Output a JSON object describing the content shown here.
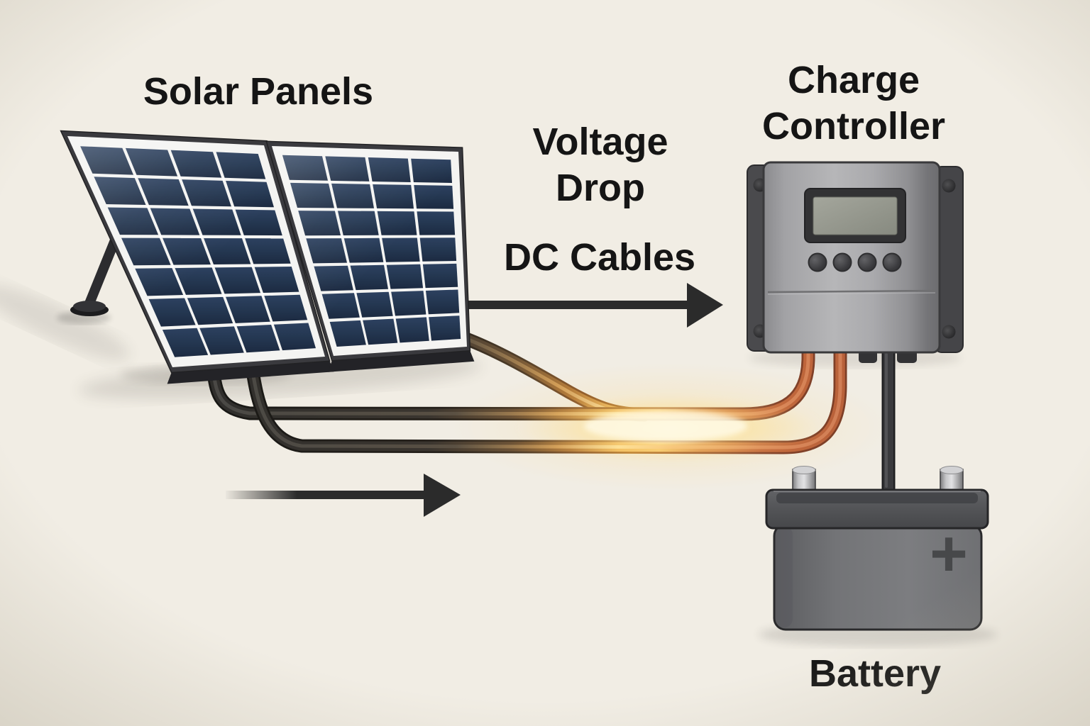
{
  "labels": {
    "solar_panels": "Solar Panels",
    "voltage_drop": {
      "line1": "Voltage",
      "line2": "Drop"
    },
    "dc_cables": "DC Cables",
    "charge_controller": {
      "line1": "Charge",
      "line2": "Controller"
    },
    "battery": "Battery"
  },
  "battery": {
    "plus_symbol": "+"
  },
  "icons": {
    "dc_flow_arrow": "right-arrow-icon",
    "current_flow_arrow": "right-arrow-icon"
  },
  "colors": {
    "background": "#f1ede4",
    "text": "#151515",
    "panel_cell_blue": "#24344e",
    "cable_cold_end": "#2e2d2b",
    "cable_hot_glow": "#f5c468",
    "cable_copper": "#b65f3a",
    "glow_core": "#fff3c9",
    "controller_gray": "#a8a8ab",
    "battery_gray": "#717377"
  }
}
